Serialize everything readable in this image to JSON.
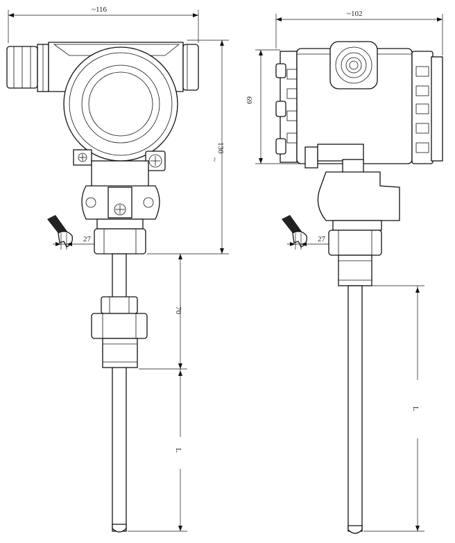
{
  "front_view": {
    "width_label": "~116",
    "height_label": "130",
    "height_approx": "~",
    "wrench_label": "27",
    "insertion_label": "70",
    "length_label": "L"
  },
  "side_view": {
    "width_label": "~102",
    "height_label": "69",
    "wrench_label": "27",
    "length_label": "L"
  }
}
